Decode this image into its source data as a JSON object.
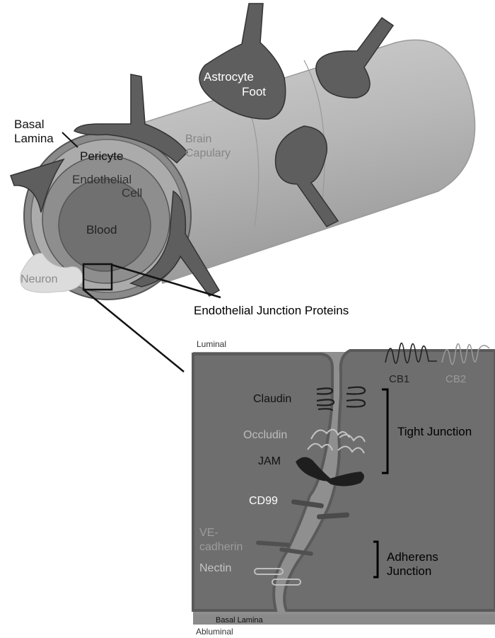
{
  "diagram": {
    "labels": {
      "basal_lamina_top": [
        "Basal",
        "Lamina"
      ],
      "pericyte": "Pericyte",
      "endothelial_cell": [
        "Endothelial",
        "Cell"
      ],
      "blood": "Blood",
      "neuron": "Neuron",
      "astrocyte_foot": [
        "Astrocyte",
        "Foot"
      ],
      "brain_capillary": [
        "Brain",
        "Capulary"
      ],
      "junction_title": "Endothelial Junction Proteins",
      "luminal": "Luminal",
      "abluminal": "Abluminal",
      "basal_lamina_bottom": "Basal Lamina",
      "claudin": "Claudin",
      "occludin": "Occludin",
      "jam": "JAM",
      "cd99": "CD99",
      "ve_cadherin": [
        "VE-",
        "cadherin"
      ],
      "nectin": "Nectin",
      "cb1": "CB1",
      "cb2": "CB2",
      "tight_junction": "Tight Junction",
      "adherens_junction": [
        "Adherens",
        "Junction"
      ]
    },
    "colors": {
      "tissue": "#6e6e6e",
      "tissue_dark": "#555555",
      "tube": "#b5b5b5",
      "astrocyte": "#5c5c5c",
      "neuron": "#dcdcdc",
      "basal_strip": "#8a8a8a",
      "light_protein": "#bfbfbf",
      "dark_protein": "#1e1e1e"
    }
  }
}
